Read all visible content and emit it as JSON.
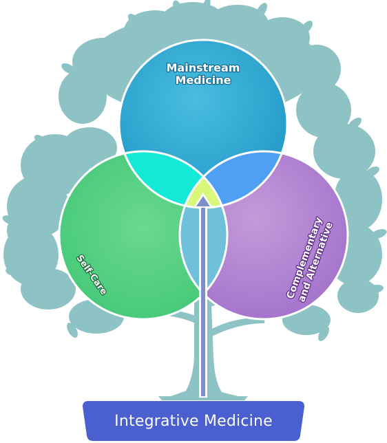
{
  "diagram": {
    "circles": {
      "mainstream": {
        "line1": "Mainstream",
        "line2": "Medicine",
        "color": "#2ea9d3"
      },
      "selfcare": {
        "label": "Self-Care",
        "color": "#4ecf7f"
      },
      "complementary": {
        "line1": "Complementary",
        "line2": "and Alternative",
        "color": "#b07fd2"
      }
    },
    "overlap_colors": {
      "mainstream_selfcare": "#14e8d6",
      "mainstream_complementary": "#4f9ff2",
      "selfcare_complementary": "#6fc0da",
      "center": "#d9f77a"
    },
    "tree_color": "#8ec3c5",
    "arrow_color": "#7e8ec8",
    "base": {
      "label": "Integrative Medicine",
      "color": "#4a5fd0"
    }
  }
}
